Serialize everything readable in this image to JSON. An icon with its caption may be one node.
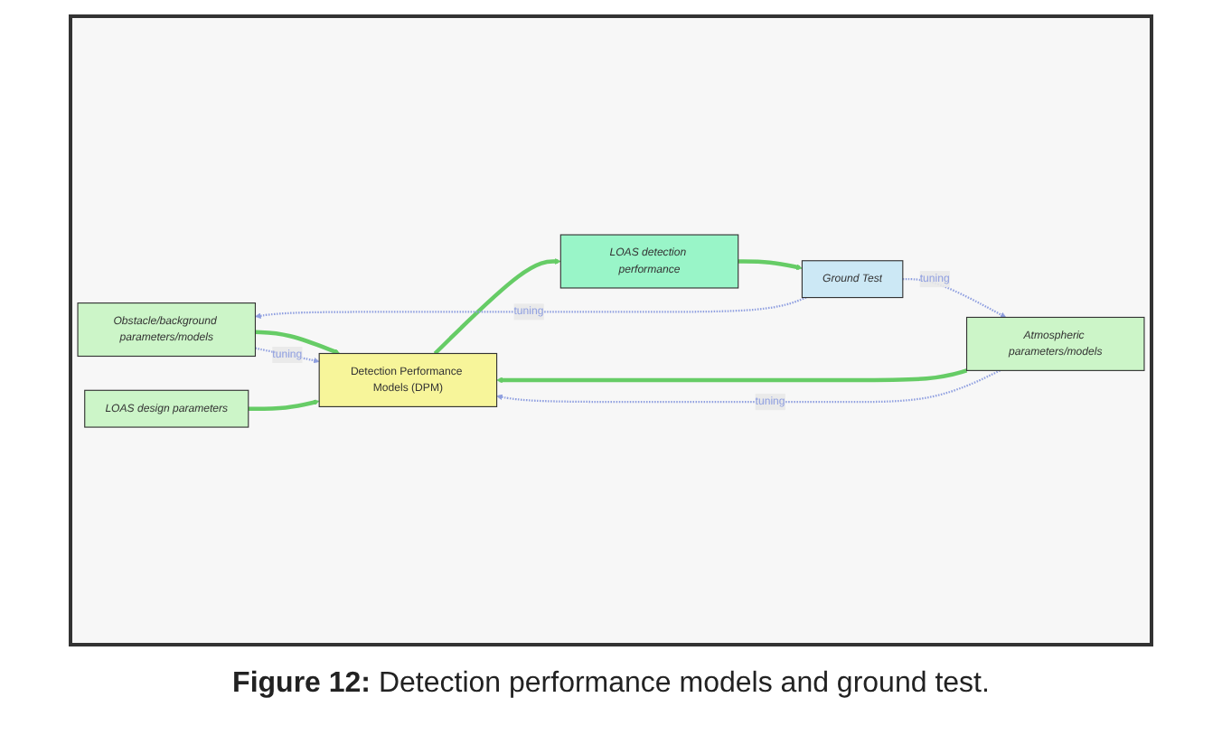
{
  "diagram": {
    "caption": "**Figure 12:** Detection performance models and ground test.",
    "nodes": [
      {
        "text": [
          "Obstacle/background parameters/models"
        ]
      },
      {
        "text": [
          "LOAS design parameters"
        ]
      },
      {
        "text": [
          "Detection Performance Models (DPM)"
        ]
      },
      {
        "text": [
          "LOAS detection performance"
        ]
      },
      {
        "text": [
          "Ground Test"
        ]
      },
      {
        "text": [
          "Atmospheric parameters/models"
        ]
      }
    ],
    "edges": [
      {
        "from": 0,
        "to": 2,
        "arrow": "to"
      },
      {
        "from": 0,
        "to": 2,
        "arrow": "to",
        "label": "tuning",
        "style": "dashed",
        "color": "#8f9fe0"
      },
      {
        "from": 1,
        "to": 2,
        "arrow": "to"
      },
      {
        "from": 2,
        "to": 3,
        "arrow": "to"
      },
      {
        "from": 3,
        "to": 4,
        "arrow": "to"
      },
      {
        "from": 5,
        "to": 2,
        "arrow": "to"
      },
      {
        "from": 5,
        "to": 2,
        "arrow": "to",
        "label": "tuning",
        "style": "dashed",
        "color": "#8f9fe0"
      },
      {
        "from": 4,
        "to": 0,
        "arrow": "to",
        "label": "tuning",
        "style": "dashed",
        "color": "#8f9fe0"
      },
      {
        "from": 4,
        "to": 5,
        "arrow": "to",
        "label": "tuning",
        "style": "dashed",
        "color": "#8f9fe0"
      }
    ]
  }
}
